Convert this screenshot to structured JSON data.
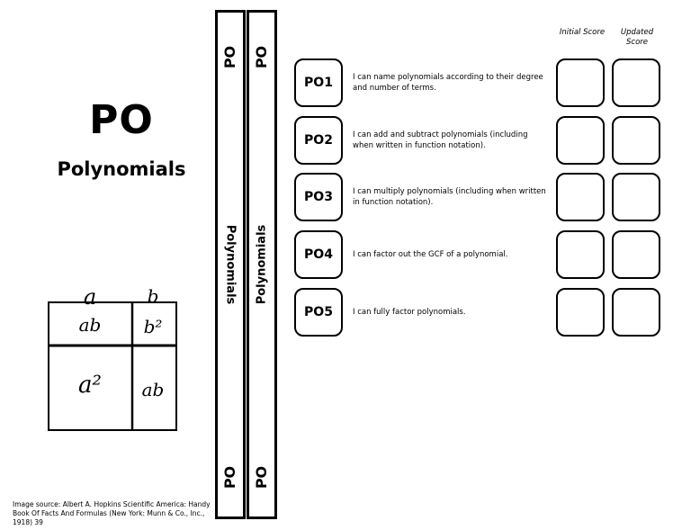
{
  "unit": {
    "code": "PO",
    "title": "Polynomials"
  },
  "figure": {
    "label_a": "a",
    "label_b": "b",
    "cell_ab_top": "ab",
    "cell_b2": "b²",
    "cell_a2": "a²",
    "cell_ab_bottom": "ab"
  },
  "source_text": "Image source: Albert A. Hopkins Scientific America: Handy Book Of Facts And Formulas (New York: Munn & Co., Inc., 1918) 39",
  "spine": {
    "code": "PO",
    "title": "Polynomials"
  },
  "score_headers": {
    "initial": "Initial Score",
    "updated": "Updated Score"
  },
  "targets": [
    {
      "code": "PO1",
      "text": "I can name polynomials according to their degree and number of terms."
    },
    {
      "code": "PO2",
      "text": "I can add and subtract polynomials (including when written in function notation)."
    },
    {
      "code": "PO3",
      "text": "I can multiply polynomials (including when written in function notation)."
    },
    {
      "code": "PO4",
      "text": "I can factor out the GCF of a polynomial."
    },
    {
      "code": "PO5",
      "text": "I can fully factor polynomials."
    }
  ]
}
